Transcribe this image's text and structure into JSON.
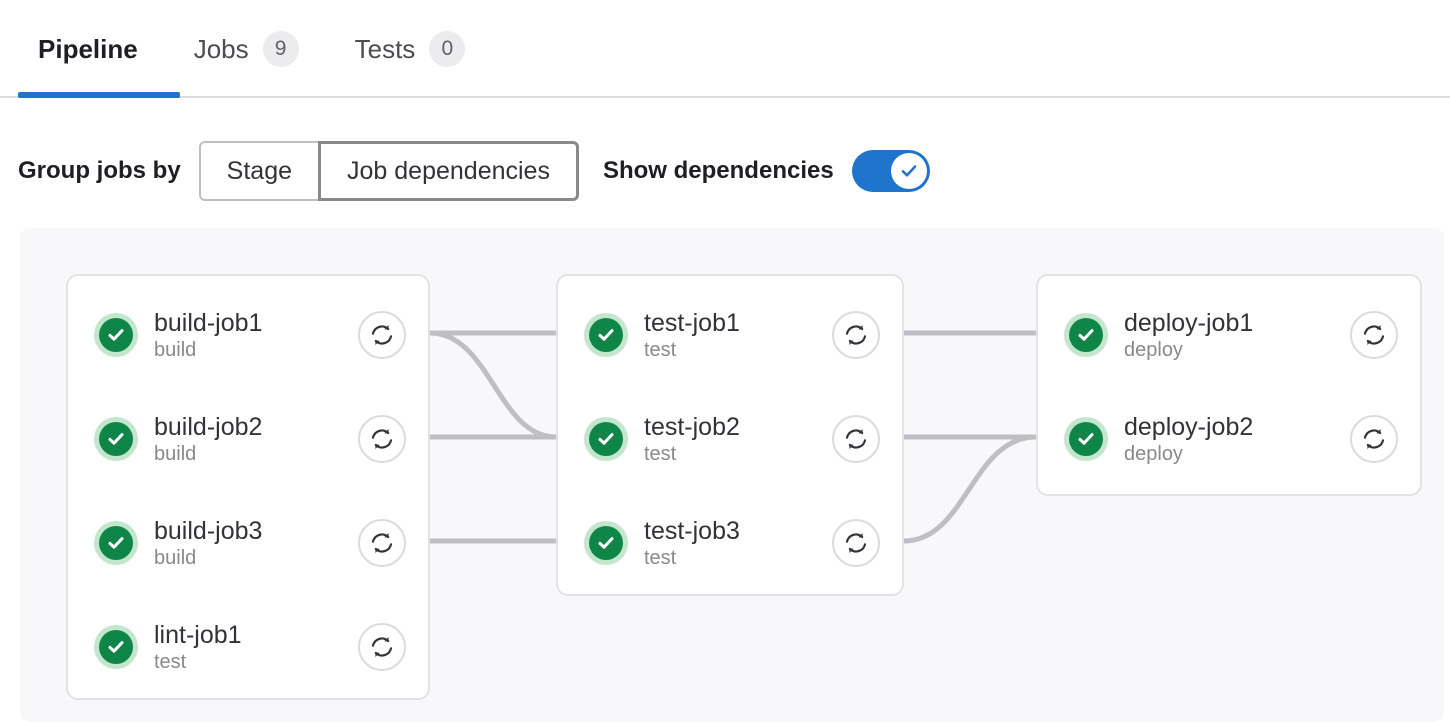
{
  "tabs": [
    {
      "label": "Pipeline",
      "badge": null,
      "active": true
    },
    {
      "label": "Jobs",
      "badge": "9",
      "active": false
    },
    {
      "label": "Tests",
      "badge": "0",
      "active": false
    }
  ],
  "controls": {
    "group_label": "Group jobs by",
    "segments": [
      {
        "label": "Stage",
        "selected": false
      },
      {
        "label": "Job dependencies",
        "selected": true
      }
    ],
    "toggle_label": "Show dependencies",
    "toggle_on": true
  },
  "colors": {
    "accent": "#1f75cb",
    "success": "#108548",
    "success_ring": "#c3e6cd",
    "link": "#bfbfc3",
    "graph_bg": "#f8f8fb",
    "card_border": "#e3e3e6"
  },
  "graph": {
    "columns": [
      {
        "name": "build-column",
        "jobs": [
          {
            "name": "build-job1",
            "stage": "build",
            "status": "success",
            "action": "retry"
          },
          {
            "name": "build-job2",
            "stage": "build",
            "status": "success",
            "action": "retry"
          },
          {
            "name": "build-job3",
            "stage": "build",
            "status": "success",
            "action": "retry"
          },
          {
            "name": "lint-job1",
            "stage": "test",
            "status": "success",
            "action": "retry"
          }
        ]
      },
      {
        "name": "test-column",
        "jobs": [
          {
            "name": "test-job1",
            "stage": "test",
            "status": "success",
            "action": "retry"
          },
          {
            "name": "test-job2",
            "stage": "test",
            "status": "success",
            "action": "retry"
          },
          {
            "name": "test-job3",
            "stage": "test",
            "status": "success",
            "action": "retry"
          }
        ]
      },
      {
        "name": "deploy-column",
        "jobs": [
          {
            "name": "deploy-job1",
            "stage": "deploy",
            "status": "success",
            "action": "retry"
          },
          {
            "name": "deploy-job2",
            "stage": "deploy",
            "status": "success",
            "action": "retry"
          }
        ]
      }
    ],
    "links": [
      {
        "from": "build-job1",
        "to": "test-job1"
      },
      {
        "from": "build-job1",
        "to": "test-job2"
      },
      {
        "from": "build-job2",
        "to": "test-job2"
      },
      {
        "from": "build-job3",
        "to": "test-job3"
      },
      {
        "from": "test-job1",
        "to": "deploy-job1"
      },
      {
        "from": "test-job2",
        "to": "deploy-job2"
      },
      {
        "from": "test-job3",
        "to": "deploy-job2"
      }
    ]
  }
}
